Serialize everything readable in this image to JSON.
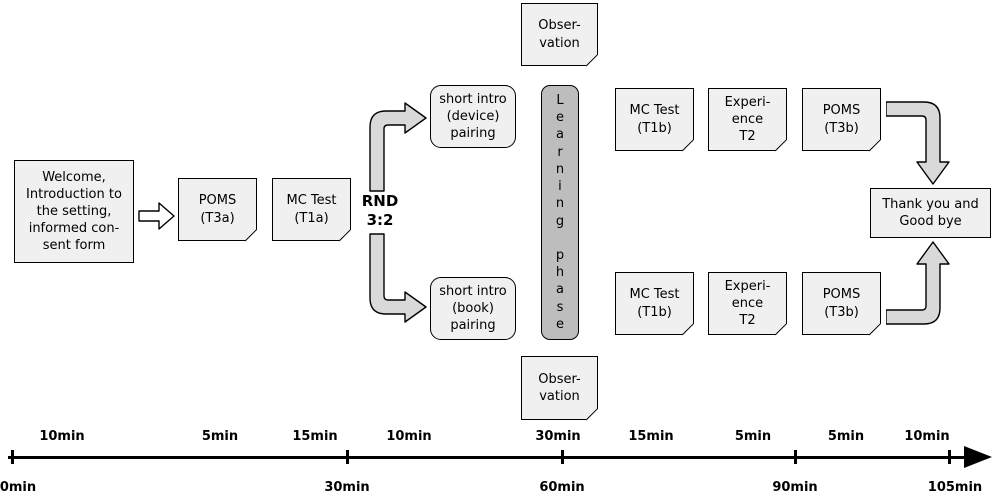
{
  "flow": {
    "welcome": {
      "lines": [
        "Welcome,",
        "Introduction to",
        "the setting,",
        "informed con-",
        "sent form"
      ]
    },
    "poms_t3a": {
      "lines": [
        "POMS",
        "(T3a)"
      ]
    },
    "mc_test_t1a": {
      "lines": [
        "MC Test",
        "(T1a)"
      ]
    },
    "rnd": {
      "lines": [
        "RND",
        "3:2"
      ]
    },
    "intro_device": {
      "lines": [
        "short intro",
        "(device)",
        "pairing"
      ]
    },
    "intro_book": {
      "lines": [
        "short intro",
        "(book)",
        "pairing"
      ]
    },
    "observation_top": {
      "lines": [
        "Obser-",
        "vation"
      ]
    },
    "observation_bottom": {
      "lines": [
        "Obser-",
        "vation"
      ]
    },
    "learning_phase": {
      "chars": [
        "L",
        "e",
        "a",
        "r",
        "n",
        "i",
        "n",
        "g",
        "",
        "p",
        "h",
        "a",
        "s",
        "e"
      ]
    },
    "mc_test_t1b_top": {
      "lines": [
        "MC Test",
        "(T1b)"
      ]
    },
    "mc_test_t1b_bottom": {
      "lines": [
        "MC Test",
        "(T1b)"
      ]
    },
    "experience_t2_top": {
      "lines": [
        "Experi-",
        "ence",
        "T2"
      ]
    },
    "experience_t2_bottom": {
      "lines": [
        "Experi-",
        "ence",
        "T2"
      ]
    },
    "poms_t3b_top": {
      "lines": [
        "POMS",
        "(T3b)"
      ]
    },
    "poms_t3b_bottom": {
      "lines": [
        "POMS",
        "(T3b)"
      ]
    },
    "thank_you": {
      "lines": [
        "Thank you and",
        "Good bye"
      ]
    }
  },
  "icons": {
    "flow_arrow": "right-block-arrow",
    "branch_up": "curved-arrow-up-right",
    "branch_down": "curved-arrow-down-right",
    "merge_down": "curved-arrow-right-down",
    "merge_up": "curved-arrow-right-up",
    "timeline_arrowhead": "right-arrowhead"
  },
  "timeline": {
    "durations": [
      {
        "label": "10min"
      },
      {
        "label": "5min"
      },
      {
        "label": "15min"
      },
      {
        "label": "10min"
      },
      {
        "label": "30min"
      },
      {
        "label": "15min"
      },
      {
        "label": "5min"
      },
      {
        "label": "5min"
      },
      {
        "label": "10min"
      }
    ],
    "milestones": [
      {
        "label": "0min"
      },
      {
        "label": "30min"
      },
      {
        "label": "60min"
      },
      {
        "label": "90min"
      },
      {
        "label": "105min"
      }
    ]
  },
  "colors": {
    "box_fill": "#f0f0f0",
    "learning_fill": "#bdbdbd",
    "arrow_fill": "#d9d9d9",
    "border": "#000000",
    "background": "#ffffff"
  }
}
